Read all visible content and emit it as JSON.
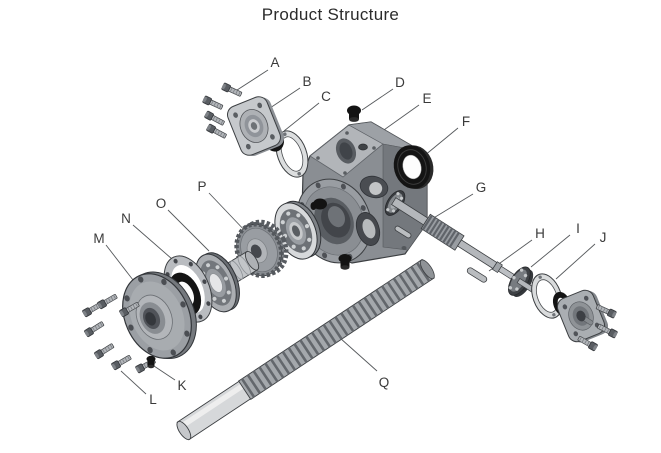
{
  "title": "Product Structure",
  "labels": [
    {
      "letter": "A"
    },
    {
      "letter": "B"
    },
    {
      "letter": "C"
    },
    {
      "letter": "D"
    },
    {
      "letter": "E"
    },
    {
      "letter": "F"
    },
    {
      "letter": "G"
    },
    {
      "letter": "H"
    },
    {
      "letter": "I"
    },
    {
      "letter": "J"
    },
    {
      "letter": "K"
    },
    {
      "letter": "L"
    },
    {
      "letter": "M"
    },
    {
      "letter": "N"
    },
    {
      "letter": "O"
    },
    {
      "letter": "P"
    },
    {
      "letter": "Q"
    }
  ],
  "colors": {
    "background": "#ffffff",
    "outline": "#3c3f42",
    "leader_line": "#56595c",
    "black_part": "#141414",
    "light_part": "#d6d8da",
    "mid_part": "#a4a8ac",
    "dark_part": "#74787d"
  }
}
